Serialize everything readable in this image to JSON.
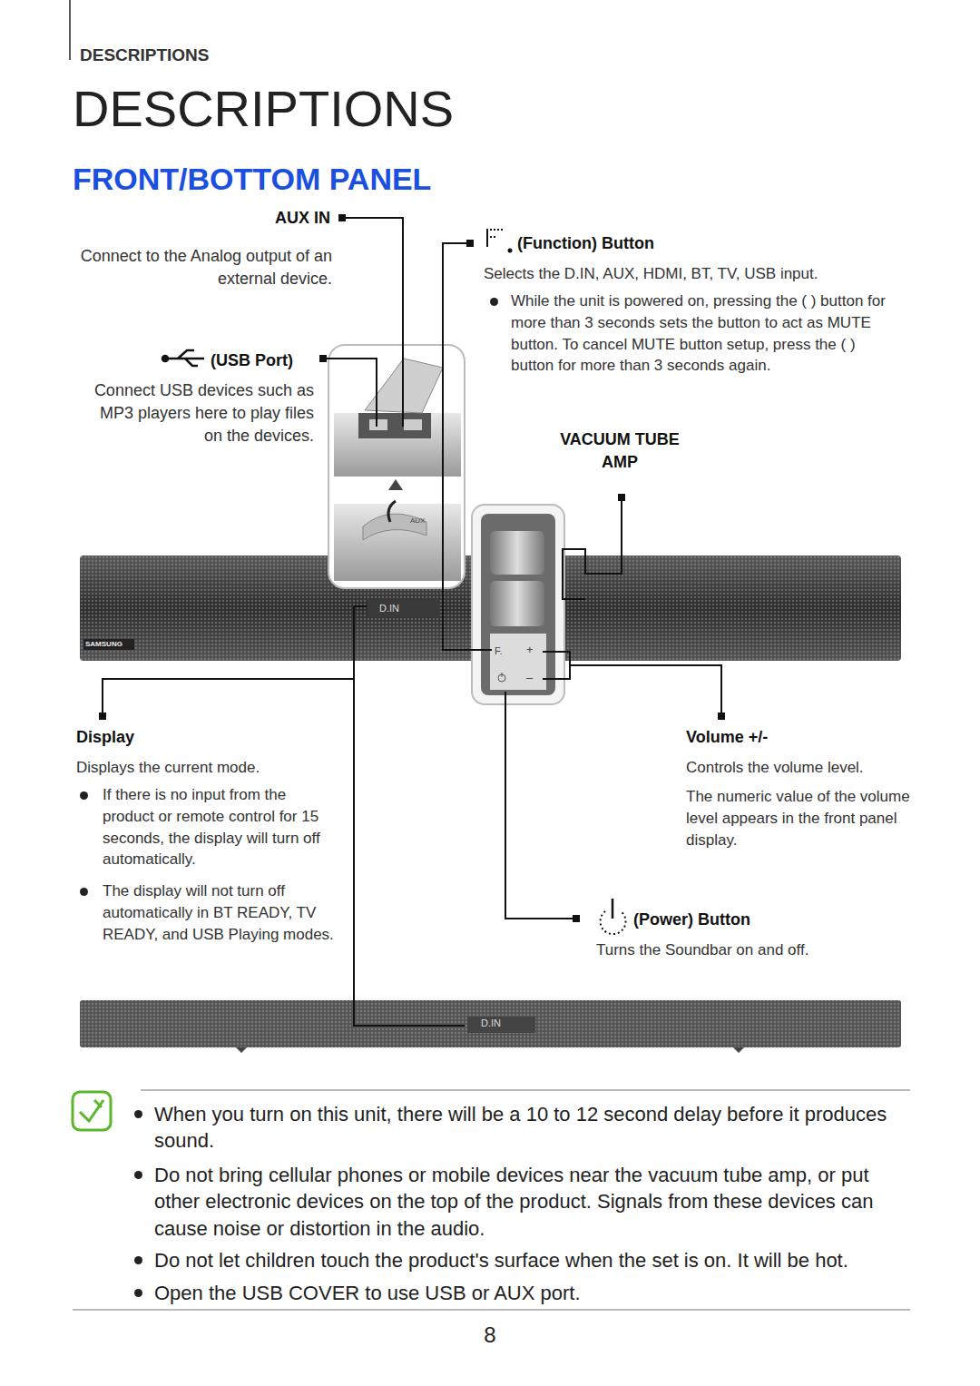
{
  "diagram": {
    "title": "DESCRIPTIONS",
    "labels": [
      "DESCRIPTIONS",
      "FRONT/BOTTOM PANEL",
      "AUX IN",
      "Connect to the Analog output of an external device.",
      "(USB Port)",
      "Connect USB devices such as MP3 players here to play files on the devices.",
      "(Function) Button",
      "Selects the D.IN, AUX, HDMI, BT, TV, USB input.",
      "While the unit is powered on, pressing the ( ) button for more than 3 seconds sets the button to act as MUTE button. To cancel MUTE button setup, press the ( ) button for more than 3 seconds again.",
      "VACUUM TUBE AMP",
      "Display",
      "Displays the current mode.",
      "If there is no input from the product or remote control for 15 seconds, the display will turn off automatically.",
      "The display will not turn off automatically in BT READY, TV READY, and USB Playing modes.",
      "Volume +/-",
      "Controls the volume level.",
      "The numeric value of the volume level appears in the front panel display.",
      "(Power) Button",
      "Turns the Soundbar on and off.",
      "When you turn on this unit, there will be a 10 to 12 second delay before it produces sound.",
      "Do not bring cellular phones or mobile devices near the vacuum tube amp, or put other electronic devices on the top of the product. Signals from these devices can cause noise or distortion in the audio.",
      "Do not let children touch the product's surface when the set is on. It will be hot.",
      "Open the USB COVER to use USB or AUX port.",
      "8",
      "D.IN",
      "D.IN",
      "F.",
      "+",
      "–",
      "SAMSUNG",
      "AUX"
    ]
  }
}
